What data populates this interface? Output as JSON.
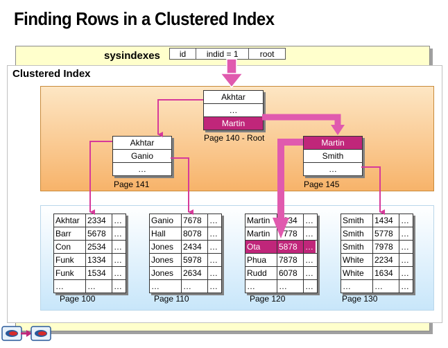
{
  "title": "Finding Rows in a Clustered Index",
  "sysindexes": {
    "label": "sysindexes",
    "columns": [
      "id",
      "indid = 1",
      "root"
    ]
  },
  "clustered_index_label": "Clustered Index",
  "root": {
    "entries": [
      "Akhtar",
      "…",
      "Martin"
    ],
    "label": "Page 140 - Root"
  },
  "intermediate": [
    {
      "entries": [
        "Akhtar",
        "Ganio",
        "…"
      ],
      "label": "Page 141"
    },
    {
      "entries": [
        "Martin",
        "Smith",
        "…"
      ],
      "label": "Page 145"
    }
  ],
  "leaves": [
    {
      "label": "Page 100",
      "rows": [
        [
          "Akhtar",
          "2334",
          "…"
        ],
        [
          "Barr",
          "5678",
          "…"
        ],
        [
          "Con",
          "2534",
          "…"
        ],
        [
          "Funk",
          "1334",
          "…"
        ],
        [
          "Funk",
          "1534",
          "…"
        ],
        [
          "…",
          "…",
          "…"
        ]
      ]
    },
    {
      "label": "Page 110",
      "rows": [
        [
          "Ganio",
          "7678",
          "…"
        ],
        [
          "Hall",
          "8078",
          "…"
        ],
        [
          "Jones",
          "2434",
          "…"
        ],
        [
          "Jones",
          "5978",
          "…"
        ],
        [
          "Jones",
          "2634",
          "…"
        ],
        [
          "…",
          "…",
          "…"
        ]
      ]
    },
    {
      "label": "Page 120",
      "rows": [
        [
          "Martin",
          "1234",
          "…"
        ],
        [
          "Martin",
          "7778",
          "…"
        ],
        [
          "Ota",
          "5878",
          "…"
        ],
        [
          "Phua",
          "7878",
          "…"
        ],
        [
          "Rudd",
          "6078",
          "…"
        ],
        [
          "…",
          "…",
          "…"
        ]
      ]
    },
    {
      "label": "Page 130",
      "rows": [
        [
          "Smith",
          "1434",
          "…"
        ],
        [
          "Smith",
          "5778",
          "…"
        ],
        [
          "Smith",
          "7978",
          "…"
        ],
        [
          "White",
          "2234",
          "…"
        ],
        [
          "White",
          "1634",
          "…"
        ],
        [
          "…",
          "…",
          "…"
        ]
      ]
    }
  ],
  "colors": {
    "highlight": "#c0267a",
    "arrow": "#d63a9a",
    "orange_panel": "#f7b36a",
    "blue_panel": "#c8e6fa",
    "outer_panel": "#ffffcc"
  }
}
